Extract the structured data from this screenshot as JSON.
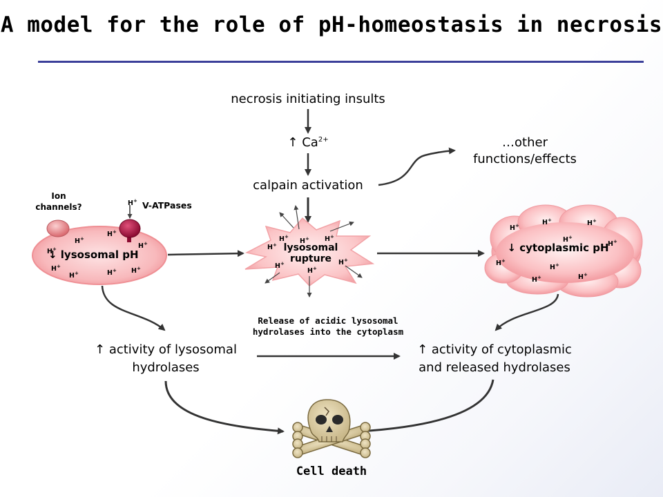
{
  "title": "A model for the role of pH-homeostasis in necrosis",
  "nodes": {
    "insults": "necrosis initiating insults",
    "calcium": "↑ Ca",
    "calcium_sup": "2+",
    "calpain": "calpain activation",
    "other_line1": "…other",
    "other_line2": "functions/effects",
    "ion_channels_line1": "Ion",
    "ion_channels_line2": "channels?",
    "vatpases": "V-ATPases",
    "lysosomal_ph": "↓ lysosomal pH",
    "rupture_line1": "lysosomal",
    "rupture_line2": "rupture",
    "cytoplasmic_ph": "↓ cytoplasmic pH",
    "release_line1": "Release of acidic lysosomal",
    "release_line2": "hydrolases into the cytoplasm",
    "lyso_activity_line1": "↑ activity of lysosomal",
    "lyso_activity_line2": "hydrolases",
    "cyto_activity_line1": "↑ activity of cytoplasmic",
    "cyto_activity_line2": "and released hydrolases",
    "cell_death": "Cell death"
  },
  "proton_label": "H+",
  "colors": {
    "title_rule": "#3b3f99",
    "lysosome_fill": "#f7b9bc",
    "lysosome_edge": "#ef8f94",
    "channel_light": "#e98a8e",
    "channel_dark": "#b0103e",
    "arrow": "#333333"
  }
}
